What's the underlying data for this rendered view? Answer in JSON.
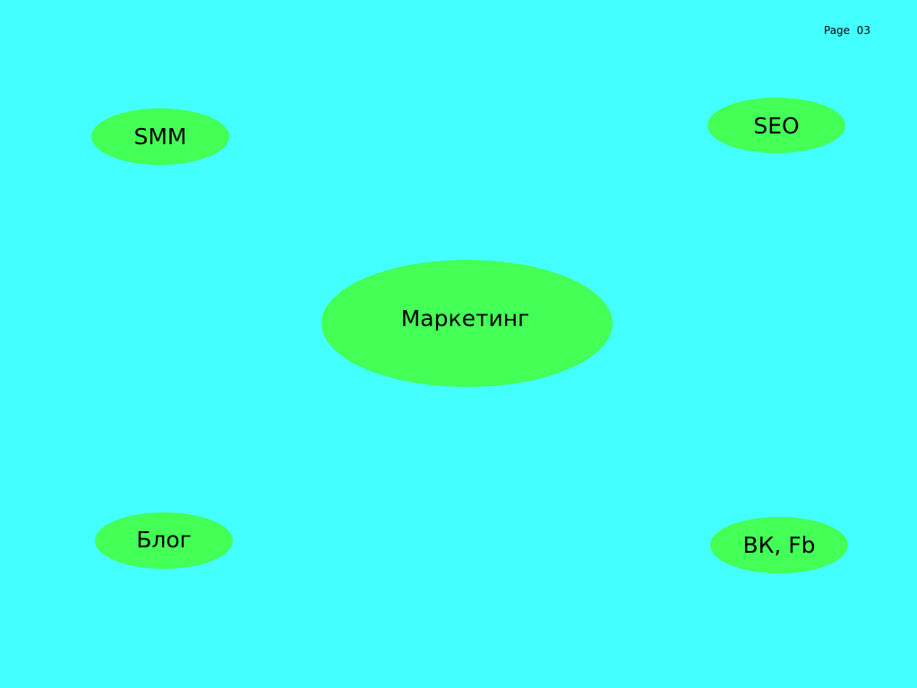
{
  "colors": {
    "background": "#44ffff",
    "node_fill": "#44ff55",
    "text": "#000000"
  },
  "page": {
    "number": "Page  03"
  },
  "mindmap": {
    "center": {
      "label": "Маркетинг"
    },
    "branches": {
      "smm": {
        "label": "SMM"
      },
      "seo": {
        "label": "SEO"
      },
      "blog": {
        "label": "Блог"
      },
      "social": {
        "label": "ВК, Fb"
      }
    }
  }
}
